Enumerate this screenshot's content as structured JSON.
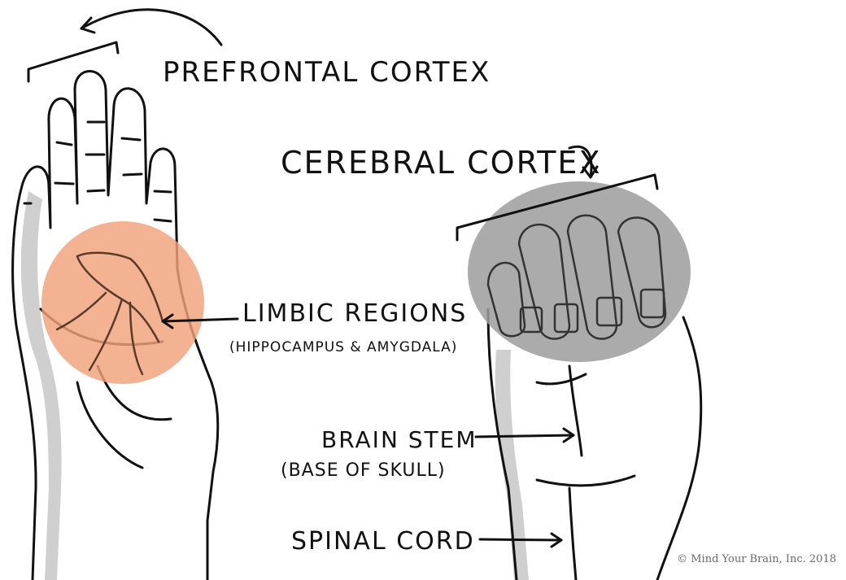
{
  "labels": {
    "prefrontal_cortex": "PREFRONTAL CORTEX",
    "cerebral_cortex": "CEREBRAL CORTEX",
    "limbic_regions": "LIMBIC REGIONS",
    "limbic_sub": "(HIPPOCAMPUS & AMYGDALA)",
    "brain_stem": "BRAIN STEM",
    "brain_stem_sub": "(BASE OF SKULL)",
    "spinal_cord": "SPINAL CORD"
  },
  "copyright": "© Mind Your Brain, Inc. 2018",
  "colors": {
    "limbic_highlight": "#f0a27a",
    "cortex_highlight": "#9c9c9c",
    "ink": "#111111",
    "shadow": "#bdbdbd"
  }
}
